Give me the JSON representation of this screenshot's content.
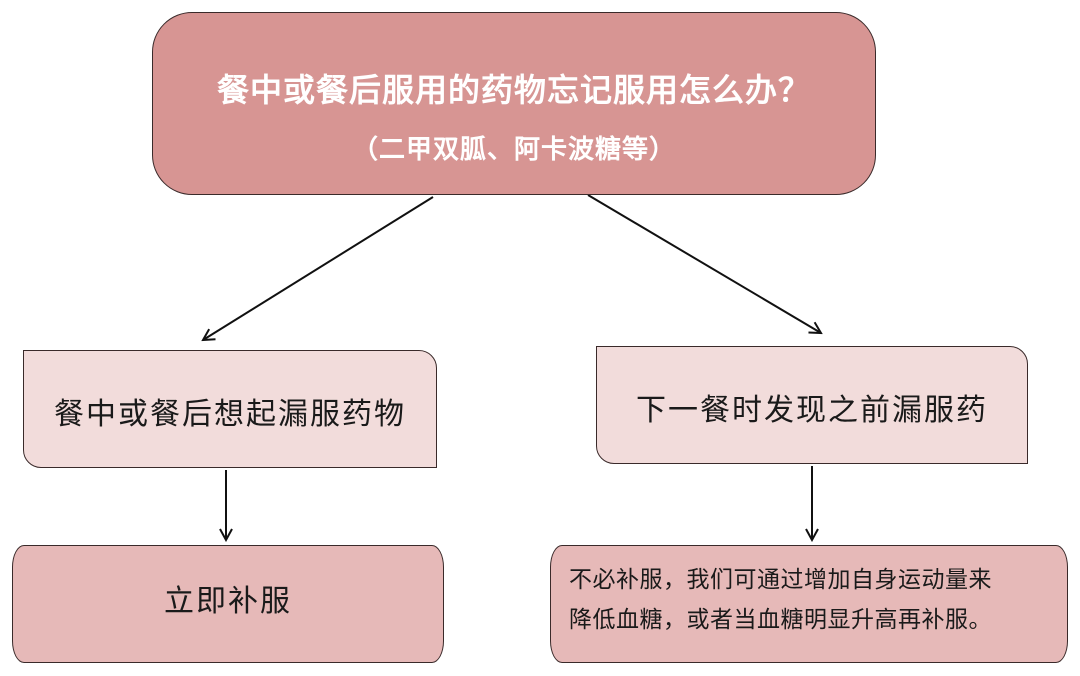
{
  "question": {
    "title": "餐中或餐后服用的药物忘记服用怎么办？",
    "subtitle": "（二甲双胍、阿卡波糖等）"
  },
  "branches": [
    {
      "condition": "餐中或餐后想起漏服药物",
      "action": "立即补服"
    },
    {
      "condition": "下一餐时发现之前漏服药",
      "action_line1": "不必补服，我们可通过增加自身运动量来",
      "action_line2": "降低血糖，或者当血糖明显升高再补服。"
    }
  ],
  "colors": {
    "top_fill": "#d79593",
    "condition_fill": "#f2dcdb",
    "action_fill": "#e6b9b8",
    "title_text": "#ffffff"
  }
}
